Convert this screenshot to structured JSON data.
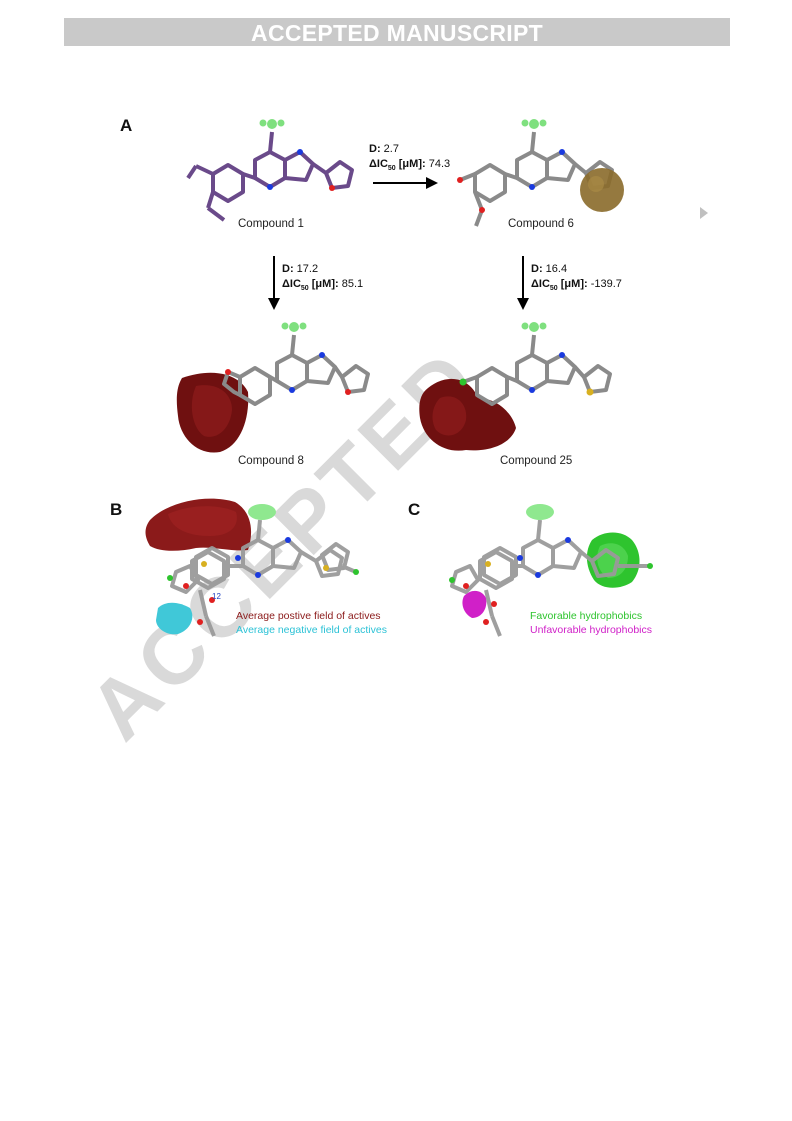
{
  "header": {
    "banner": "ACCEPTED MANUSCRIPT"
  },
  "watermark": "ACCEPTED",
  "figure": {
    "panels": {
      "a": "A",
      "b": "B",
      "c": "C"
    },
    "compounds": {
      "c1": "Compound 1",
      "c6": "Compound 6",
      "c8": "Compound 8",
      "c25": "Compound 25"
    },
    "arrows": {
      "c1_to_c6": {
        "d_label": "D:",
        "d_value": "2.7",
        "ic_label": "ΔIC",
        "ic_sub": "50",
        "ic_unit": " [μM]:",
        "ic_value": "74.3"
      },
      "c1_to_c8": {
        "d_label": "D:",
        "d_value": "17.2",
        "ic_label": "ΔIC",
        "ic_sub": "50",
        "ic_unit": " [μM]:",
        "ic_value": "85.1"
      },
      "c6_to_c25": {
        "d_label": "D:",
        "d_value": "16.4",
        "ic_label": "ΔIC",
        "ic_sub": "50",
        "ic_unit": " [μM]:",
        "ic_value": "-139.7"
      }
    },
    "legend_b": {
      "positive": "Average postive field of actives",
      "negative": "Average negative field of actives"
    },
    "legend_c": {
      "favorable": "Favorable hydrophobics",
      "unfavorable": "Unfavorable hydrophobics"
    },
    "atom_label": "12",
    "colors": {
      "positive_field": "#8b1a1a",
      "negative_field": "#40c8d8",
      "favorable": "#2ec42e",
      "unfavorable": "#d020c8",
      "compound1_bonds": "#6a4a8a",
      "scaffold": "#8a8a8a",
      "nitrogen": "#1a3adf",
      "fluorine": "#7fe07f",
      "sulfur": "#d8b020",
      "oxygen": "#e02020"
    }
  }
}
